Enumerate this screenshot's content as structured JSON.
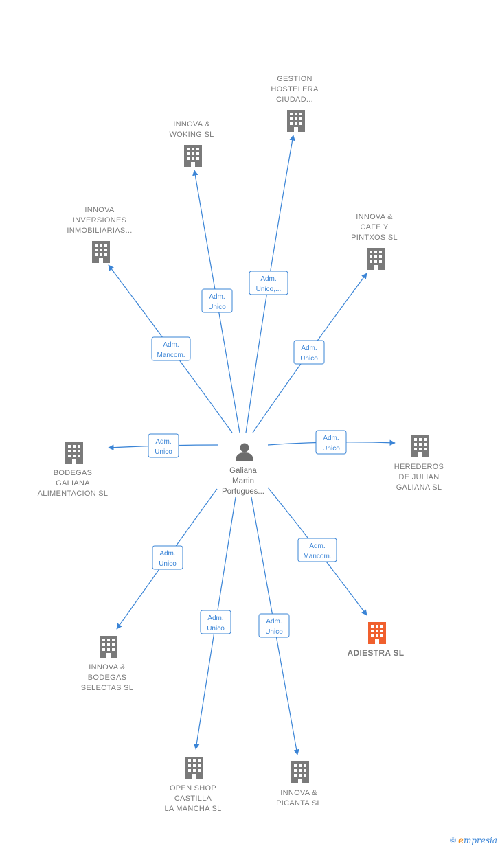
{
  "center": {
    "label_lines": [
      "Galiana",
      "Martin",
      "Portugues..."
    ],
    "icon": "person-icon"
  },
  "colors": {
    "edge": "#3a84d6",
    "company": "#7a7a7a",
    "focus_company": "#f0602e",
    "person": "#6c6c6c"
  },
  "nodes": [
    {
      "id": "gestion",
      "label_lines": [
        "GESTION",
        "HOSTELERA",
        "CIUDAD..."
      ],
      "role_lines": [
        "Adm.",
        "Unico,..."
      ],
      "focus": false,
      "icon": "building-icon"
    },
    {
      "id": "woking",
      "label_lines": [
        "INNOVA &",
        "WOKING SL"
      ],
      "role_lines": [
        "Adm.",
        "Unico"
      ],
      "focus": false,
      "icon": "building-icon"
    },
    {
      "id": "inversiones",
      "label_lines": [
        "INNOVA",
        "INVERSIONES",
        "INMOBILIARIAS..."
      ],
      "role_lines": [
        "Adm.",
        "Mancom."
      ],
      "focus": false,
      "icon": "building-icon"
    },
    {
      "id": "cafe",
      "label_lines": [
        "INNOVA &",
        "CAFE Y",
        "PINTXOS SL"
      ],
      "role_lines": [
        "Adm.",
        "Unico"
      ],
      "focus": false,
      "icon": "building-icon"
    },
    {
      "id": "bodegas_galiana",
      "label_lines": [
        "BODEGAS",
        "GALIANA",
        "ALIMENTACION SL"
      ],
      "role_lines": [
        "Adm.",
        "Unico"
      ],
      "focus": false,
      "icon": "building-icon"
    },
    {
      "id": "herederos",
      "label_lines": [
        "HEREDEROS",
        "DE JULIAN",
        "GALIANA SL"
      ],
      "role_lines": [
        "Adm.",
        "Unico"
      ],
      "focus": false,
      "icon": "building-icon"
    },
    {
      "id": "bodegas_selectas",
      "label_lines": [
        "INNOVA &",
        "BODEGAS",
        "SELECTAS SL"
      ],
      "role_lines": [
        "Adm.",
        "Unico"
      ],
      "focus": false,
      "icon": "building-icon"
    },
    {
      "id": "adiestra",
      "label_lines": [
        "ADIESTRA SL"
      ],
      "role_lines": [
        "Adm.",
        "Mancom."
      ],
      "focus": true,
      "icon": "building-icon"
    },
    {
      "id": "open_shop",
      "label_lines": [
        "OPEN SHOP",
        "CASTILLA",
        "LA MANCHA SL"
      ],
      "role_lines": [
        "Adm.",
        "Unico"
      ],
      "focus": false,
      "icon": "building-icon"
    },
    {
      "id": "picanta",
      "label_lines": [
        "INNOVA &",
        "PICANTA SL"
      ],
      "role_lines": [
        "Adm.",
        "Unico"
      ],
      "focus": false,
      "icon": "building-icon"
    }
  ],
  "footer": {
    "copyright": "©",
    "brand_initial": "e",
    "brand_rest": "mpresia"
  }
}
